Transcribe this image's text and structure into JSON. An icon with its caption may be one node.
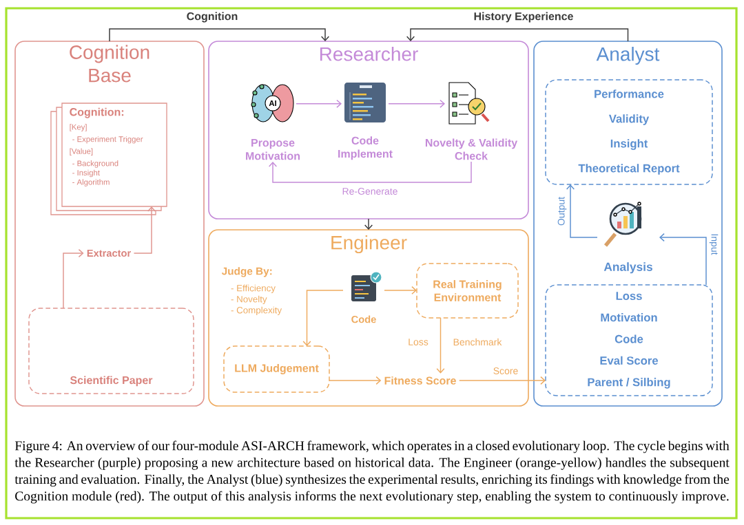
{
  "diagram": {
    "caption": "Figure 4: An overview of our four-module ASI-ARCH framework, which operates in a closed evolutionary loop. The cycle begins with the Researcher (purple) proposing a new architecture based on historical data. The Engineer (orange-yellow) handles the subsequent training and evaluation. Finally, the Analyst (blue) synthesizes the experimental results, enriching its findings with knowledge from the Cognition module (red). The output of this analysis informs the next evolutionary step, enabling the system to continuously improve.",
    "nodes": [
      {
        "text": [
          "Cognition Base"
        ]
      },
      {
        "text": [
          "Cognition:",
          "[Key]",
          "- Experiment Trigger",
          "[Value]",
          "- Background",
          "- Insight",
          "- Algorithm"
        ],
        "in": 0
      },
      {
        "text": [
          "Extractor"
        ],
        "in": 0
      },
      {
        "text": [
          "Scientific Paper"
        ],
        "in": 0
      },
      {
        "text": [
          "Researcher"
        ]
      },
      {
        "text": [
          "Propose Motivation"
        ],
        "in": 4
      },
      {
        "text": [
          "Code Implement"
        ],
        "in": 4
      },
      {
        "text": [
          "Novelty & Validity Check"
        ],
        "in": 4
      },
      {
        "text": [
          "Engineer",
          "Judge By:",
          "- Efficiency",
          "- Novelty",
          "- Complexity"
        ]
      },
      {
        "text": [
          "Code"
        ],
        "in": 8
      },
      {
        "text": [
          "Real Training Environment"
        ],
        "in": 8
      },
      {
        "text": [
          "LLM Judgement"
        ],
        "in": 8
      },
      {
        "text": [
          "Fitness Score"
        ],
        "in": 8
      },
      {
        "text": [
          "Analyst"
        ]
      },
      {
        "text": [
          "Performance",
          "Validity",
          "Insight",
          "Theoretical Report"
        ],
        "in": 13
      },
      {
        "text": [
          "Analysis"
        ],
        "in": 13
      },
      {
        "text": [
          "Loss",
          "Motivation",
          "Code",
          "Eval Score",
          "Parent / Silbing"
        ],
        "in": 13
      }
    ],
    "edges": [
      {
        "from": 0,
        "to": 4,
        "arrow": "to",
        "label": "Cognition",
        "color": "#3a3a3a"
      },
      {
        "from": 13,
        "to": 4,
        "arrow": "to",
        "label": "History Experience",
        "color": "#3a3a3a"
      },
      {
        "from": 3,
        "to": 2,
        "arrow": "to",
        "color": "#e0958f"
      },
      {
        "from": 2,
        "to": 1,
        "arrow": "to",
        "color": "#e0958f"
      },
      {
        "from": 5,
        "to": 6,
        "arrow": "to",
        "color": "#c48ad8"
      },
      {
        "from": 6,
        "to": 7,
        "arrow": "to",
        "color": "#c48ad8"
      },
      {
        "from": 7,
        "to": 5,
        "arrow": "to",
        "label": "Re-Generate",
        "color": "#c48ad8"
      },
      {
        "from": 4,
        "to": 8,
        "arrow": "to",
        "color": "#3a3a3a"
      },
      {
        "from": 9,
        "to": 10,
        "arrow": "to"
      },
      {
        "from": 9,
        "to": 11,
        "arrow": "to"
      },
      {
        "from": 10,
        "to": 12,
        "arrow": "to",
        "label": "Loss"
      },
      {
        "from": 11,
        "to": 12,
        "arrow": "to"
      },
      {
        "from": 12,
        "to": 16,
        "arrow": "to",
        "label": "Score"
      },
      {
        "from": 16,
        "to": 15,
        "arrow": "to",
        "label": "Input",
        "color": "#5b8fd0"
      },
      {
        "from": 15,
        "to": 14,
        "arrow": "to",
        "label": "Output",
        "color": "#5b8fd0"
      }
    ],
    "labels": [
      "AI",
      "Benchmark"
    ]
  }
}
